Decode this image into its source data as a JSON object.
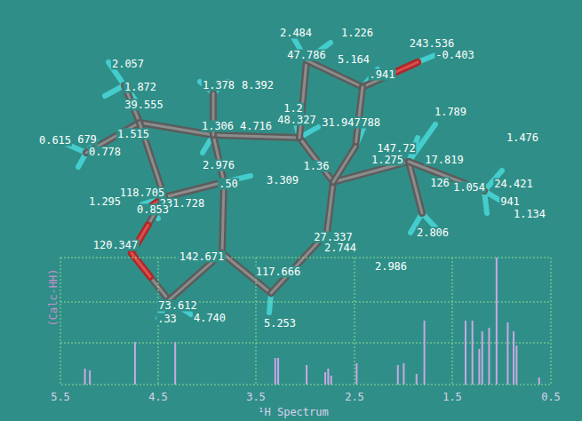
{
  "diagram": {
    "labels": [
      "2.484",
      "1.226",
      "243.536",
      "-0.403",
      "47.786",
      "5.164",
      ".941",
      "2.057",
      "1.872",
      "1.378",
      "8.392",
      "1.2",
      "1.788",
      "1.789",
      "1.476",
      "39.555",
      "48.327",
      "31.947",
      "1.306",
      "4.716",
      "0.615",
      "679",
      "1.515",
      "0.778",
      "147.72",
      "1.275",
      "17.819",
      "126",
      "1.054",
      "24.421",
      "941",
      "1.134",
      "2.976",
      ".50",
      "3.309",
      "1.36",
      "118.705",
      "231.728",
      "0.853",
      "1.295",
      "2.806",
      "27.337",
      "2.744",
      "2.986",
      "120.347",
      "142.671",
      "117.666",
      "73.612",
      ".33",
      "4.740",
      "5.253",
      "(Calc-HH)",
      "5.5",
      "4.5",
      "3.5",
      "2.5",
      "1.5",
      "0.5",
      "¹H Spectrum"
    ]
  }
}
